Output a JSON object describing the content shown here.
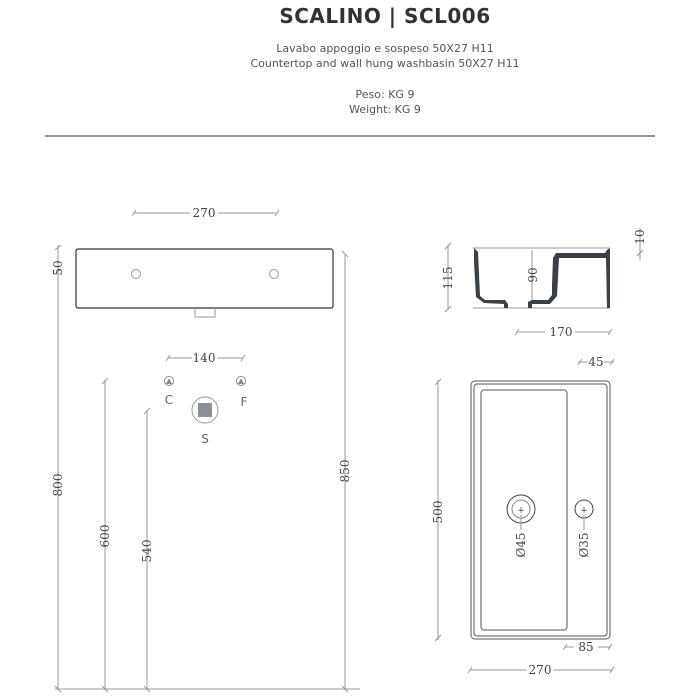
{
  "header": {
    "title": "SCALINO | SCL006",
    "description_it": "Lavabo appoggio e sospeso 50X27  H11",
    "description_en": "Countertop  and wall hung washbasin 50X27  H11",
    "weight_it": "Peso: KG 9",
    "weight_en": "Weight: KG 9"
  },
  "front_view": {
    "width_dim": "270",
    "thickness_dim": "50",
    "tap_spacing_dim": "140",
    "cold_label": "C",
    "hot_label": "F",
    "drain_label": "S",
    "heights": {
      "total_800": "800",
      "tap_600": "600",
      "drain_540": "540",
      "top_850": "850"
    }
  },
  "section_view": {
    "height_dim": "115",
    "inner_depth_dim": "90",
    "rim_dim": "10",
    "basin_width_dim": "170"
  },
  "top_view": {
    "length_dim": "500",
    "shelf_dim": "45",
    "drain_diameter": "Ø45",
    "tap_diameter": "Ø35",
    "offset_dim": "85",
    "width_dim": "270"
  },
  "colors": {
    "title": "#2e3338",
    "rule": "#8f949a",
    "section_fill": "#3a4048",
    "drain_fill": "#8a8f98"
  }
}
